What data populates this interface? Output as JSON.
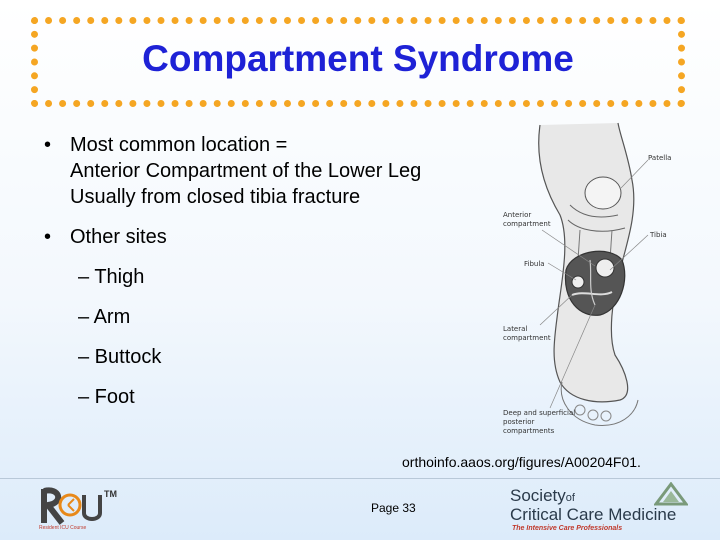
{
  "title": "Compartment Syndrome",
  "bullets": {
    "b1_line1": "Most common location =",
    "b1_line2": "Anterior Compartment of the Lower Leg",
    "b1_line3": "Usually from closed tibia fracture",
    "b2": "Other sites",
    "sub": [
      "– Thigh",
      "– Arm",
      "– Buttock",
      "– Foot"
    ]
  },
  "figure_labels": {
    "patella": "Patella",
    "anterior1": "Anterior",
    "anterior2": "compartment",
    "tibia": "Tibia",
    "fibula": "Fibula",
    "lateral1": "Lateral",
    "lateral2": "compartment",
    "deep1": "Deep and superficial",
    "deep2": "posterior",
    "deep3": "compartments"
  },
  "caption": "orthoinfo.aaos.org/figures/A00204F01.",
  "page": "Page 33",
  "logos": {
    "ricu_tm": "TM",
    "ricu_sub": "Resident ICU Course",
    "sccm_line1": "Society",
    "sccm_of": "of",
    "sccm_line2": "Critical Care Medicine",
    "sccm_line3": "The Intensive Care Professionals"
  },
  "colors": {
    "title": "#1e22d6",
    "border": "#f5a623"
  }
}
